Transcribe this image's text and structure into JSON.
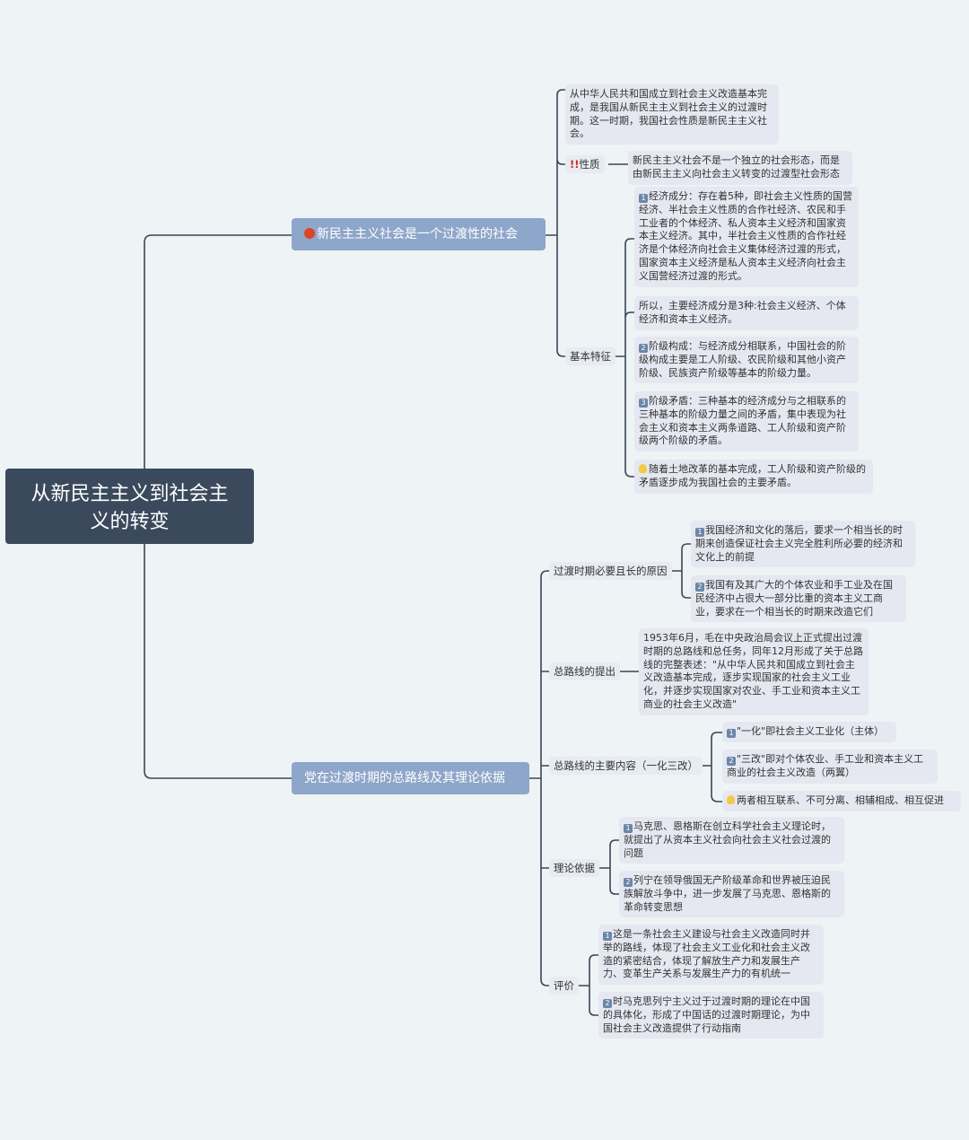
{
  "root": "从新民主主义到社会主义的转变",
  "branch1": {
    "title": "新民主主义社会是一个过渡性的社会",
    "intro": "从中华人民共和国成立到社会主义改造基本完成，是我国从新民主主义到社会主义的过渡时期。这一时期，我国社会性质是新民主主义社会。",
    "nature": {
      "label": "性质",
      "text": "新民主主义社会不是一个独立的社会形态，而是由新民主主义向社会主义转变的过渡型社会形态"
    },
    "features": {
      "label": "基本特征",
      "items": [
        "经济成分：存在着5种，即社会主义性质的国营经济、半社会主义性质的合作社经济、农民和手工业者的个体经济、私人资本主义经济和国家资本主义经济。其中，半社会主义性质的合作社经济是个体经济向社会主义集体经济过渡的形式，国家资本主义经济是私人资本主义经济向社会主义国营经济过渡的形式。",
        "所以，主要经济成分是3种:社会主义经济、个体经济和资本主义经济。",
        "阶级构成：与经济成分相联系，中国社会的阶级构成主要是工人阶级、农民阶级和其他小资产阶级、民族资产阶级等基本的阶级力量。",
        "阶级矛盾：三种基本的经济成分与之相联系的三种基本的阶级力量之间的矛盾，集中表现为社会主义和资本主义两条道路、工人阶级和资产阶级两个阶级的矛盾。",
        "随着土地改革的基本完成，工人阶级和资产阶级的矛盾逐步成为我国社会的主要矛盾。"
      ]
    }
  },
  "branch2": {
    "title": "党在过渡时期的总路线及其理论依据",
    "reasons": {
      "label": "过渡时期必要且长的原因",
      "items": [
        "我国经济和文化的落后，要求一个相当长的时期来创造保证社会主义完全胜利所必要的经济和文化上的前提",
        "我国有及其广大的个体农业和手工业及在国民经济中占很大一部分比重的资本主义工商业，要求在一个相当长的时期来改造它们"
      ]
    },
    "proposal": {
      "label": "总路线的提出",
      "text": "1953年6月，毛在中央政治局会议上正式提出过渡时期的总路线和总任务，同年12月形成了关于总路线的完整表述：\"从中华人民共和国成立到社会主义改造基本完成，逐步实现国家的社会主义工业化，并逐步实现国家对农业、手工业和资本主义工商业的社会主义改造\""
    },
    "content": {
      "label": "总路线的主要内容（一化三改）",
      "items": [
        "\"一化\"即社会主义工业化（主体）",
        "\"三改\"即对个体农业、手工业和资本主义工商业的社会主义改造（两翼）",
        "两者相互联系、不可分离、相辅相成、相互促进"
      ]
    },
    "theory": {
      "label": "理论依据",
      "items": [
        "马克思、恩格斯在创立科学社会主义理论时，就提出了从资本主义社会向社会主义社会过渡的问题",
        "列宁在领导俄国无产阶级革命和世界被压迫民族解放斗争中，进一步发展了马克思、恩格斯的革命转变思想"
      ]
    },
    "evaluation": {
      "label": "评价",
      "items": [
        "这是一条社会主义建设与社会主义改造同时并举的路线，体现了社会主义工业化和社会主义改造的紧密结合，体现了解放生产力和发展生产力、变革生产关系与发展生产力的有机统一",
        "时马克思列宁主义过于过渡时期的理论在中国的具体化，形成了中国话的过渡时期理论，为中国社会主义改造提供了行动指南"
      ]
    }
  },
  "icons": {
    "num1": "1",
    "num2": "2",
    "num3": "3"
  }
}
